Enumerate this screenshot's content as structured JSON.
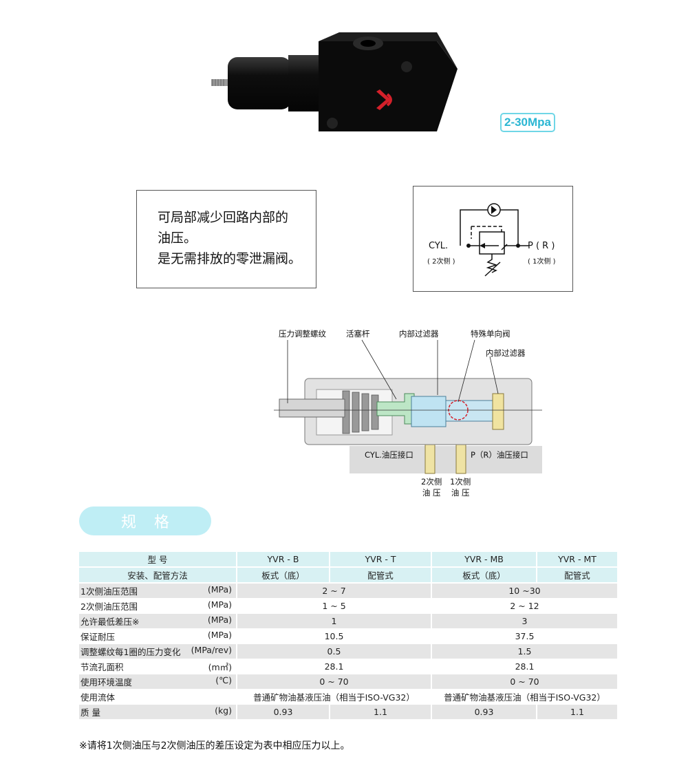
{
  "badge": "2-30Mpa",
  "description": [
    "可局部减少回路内部的",
    "油压。",
    "是无需排放的零泄漏阀。"
  ],
  "symbol": {
    "cyl_label": "CYL.",
    "cyl_sub": "( 2次侧 )",
    "p_label": "P ( R )",
    "p_sub": "( 1次侧 )"
  },
  "section_diagram": {
    "callouts": [
      "压力调整螺纹",
      "活塞杆",
      "内部过滤器",
      "特殊单向阀",
      "内部过滤器"
    ],
    "port_cyl": "CYL.油压接口",
    "port_p": "P（R）油压接口",
    "side2_line1": "2次侧",
    "side2_line2": "油 压",
    "side1_line1": "1次侧",
    "side1_line2": "油 压"
  },
  "spec_title": "规格",
  "table": {
    "header1": [
      "型 号",
      "YVR - B",
      "YVR - T",
      "YVR - MB",
      "YVR - MT"
    ],
    "header2": [
      "安装、配管方法",
      "板式（底）",
      "配管式",
      "板式（底）",
      "配管式"
    ],
    "rows": [
      {
        "label": "1次侧油压范围",
        "unit": "(MPa)",
        "a": "2 ~ 7",
        "b": "10 ~30"
      },
      {
        "label": "2次侧油压范围",
        "unit": "(MPa)",
        "a": "1 ~ 5",
        "b": "2 ~ 12"
      },
      {
        "label": "允许最低差压※",
        "unit": "(MPa)",
        "a": "1",
        "b": "3"
      },
      {
        "label": "保证耐压",
        "unit": "(MPa)",
        "a": "10.5",
        "b": "37.5"
      },
      {
        "label": "调整螺纹每1圈的压力变化",
        "unit": "(MPa/rev)",
        "a": "0.5",
        "b": "1.5"
      },
      {
        "label": "节流孔面积",
        "unit": "(m㎡)",
        "a": "28.1",
        "b": "28.1"
      },
      {
        "label": "使用环境温度",
        "unit": "(℃)",
        "a": "0 ~ 70",
        "b": "0 ~ 70"
      },
      {
        "label": "使用流体",
        "unit": "",
        "a": "普通矿物油基液压油（相当于ISO-VG32）",
        "b": "普通矿物油基液压油（相当于ISO-VG32）"
      }
    ],
    "mass": {
      "label": "质 量",
      "unit": "(kg)",
      "v": [
        "0.93",
        "1.1",
        "0.93",
        "1.1"
      ]
    }
  },
  "note": "※请将1次侧油压与2次侧油压的差压设定为表中相应压力以上。",
  "colors": {
    "accent": "#6fd6e6",
    "pill": "#bfeef5",
    "header_bg": "#d8f1f3",
    "row_gray": "#e5e5e5",
    "logo_red": "#d4202a"
  }
}
